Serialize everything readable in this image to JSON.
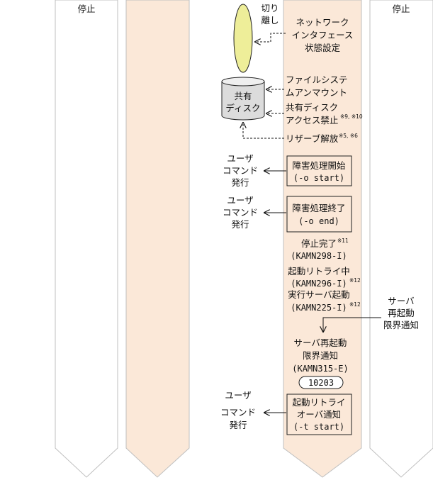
{
  "columns": {
    "left_label": "停止",
    "right_label": "停止"
  },
  "colors": {
    "active_lane": "#fbe8d8",
    "lane_border": "#bfbfbf",
    "ellipse_fill": "#eeee99"
  },
  "nodes": {
    "cut_line1": "切り",
    "cut_line2": "離し",
    "disk_line1": "共有",
    "disk_line2": "ディスク",
    "net_line1": "ネットワーク",
    "net_line2": "インタフェース",
    "net_line3": "状態設定",
    "fs_line1": "ファイルシステ",
    "fs_line2": "ムアンマウント",
    "access_line1": "共有ディスク",
    "access_line2": "アクセス禁止",
    "access_note": "※9, ※10",
    "reserve": "リザーブ解放",
    "reserve_note": "※5, ※6",
    "user1_line1": "ユーザ",
    "user1_line2": "コマンド",
    "user1_line3": "発行",
    "box1_line1": "障害処理開始",
    "box1_line2": "(-o start)",
    "user2_line1": "ユーザ",
    "user2_line2": "コマンド",
    "user2_line3": "発行",
    "box2_line1": "障害処理終了",
    "box2_line2": "(-o end)",
    "stop_line1": "停止完了",
    "stop_note": "※11",
    "stop_line2": "(KAMN298-I)",
    "retry_line1": "起動リトライ中",
    "retry_line2": "(KAMN296-I)",
    "retry_note": "※12",
    "exec_line1": "実行サーバ起動",
    "exec_line2": "(KAMN225-I)",
    "exec_note": "※12",
    "right_line1": "サーバ",
    "right_line2": "再起動",
    "right_line3": "限界通知",
    "limit_line1": "サーバ再起動",
    "limit_line2": "限界通知",
    "limit_line3": "(KAMN315-E)",
    "code": "10203",
    "user3_line1": "ユーザ",
    "user3_line2": "コマンド",
    "user3_line3": "発行",
    "box3_line1": "起動リトライ",
    "box3_line2": "オーバ通知",
    "box3_line3": "(-t start)"
  }
}
